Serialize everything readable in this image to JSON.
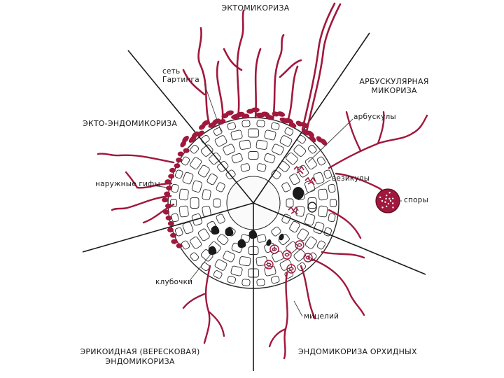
{
  "types": {
    "ecto": "ЭКТОМИКОРИЗА",
    "arbuscular_line1": "АРБУСКУЛЯРНАЯ",
    "arbuscular_line2": "МИКОРИЗА",
    "ecto_endo": "ЭКТО-ЭНДОМИКОРИЗА",
    "ericoid_line1": "ЭРИКОИДНАЯ (ВЕРЕСКОВАЯ)",
    "ericoid_line2": "ЭНДОМИКОРИЗА",
    "orchid": "ЭНДОМИКОРИЗА ОРХИДНЫХ"
  },
  "parts": {
    "hartig_line1": "сеть",
    "hartig_line2": "Гартинга",
    "arbuscules": "арбускулы",
    "vesicles": "везикулы",
    "spores": "споры",
    "external_hyphae": "наружные гифы",
    "coils": "клубочки",
    "mycelium": "мицелий"
  },
  "colors": {
    "hyphae": "#a0183c",
    "cell_outline": "#2b2b2b",
    "divider": "#1a1a1a",
    "dark_structure": "#1a1a1a"
  }
}
